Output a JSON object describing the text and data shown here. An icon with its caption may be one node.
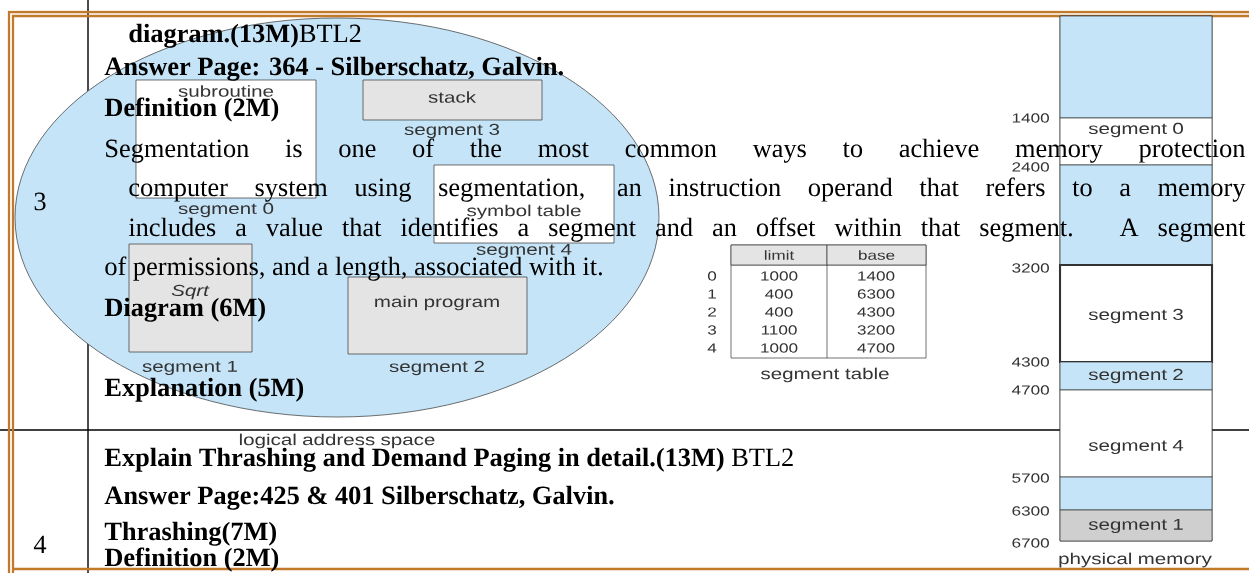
{
  "diagram": {
    "nodes": [
      {
        "text": [
          "logical address space"
        ]
      },
      {
        "text": [
          "subroutine"
        ],
        "beside": [
          "segment 0"
        ],
        "in": 0
      },
      {
        "text": [
          "stack"
        ],
        "beside": [
          "segment 3"
        ],
        "in": 0
      },
      {
        "text": [
          "symbol table"
        ],
        "beside": [
          "segment 4"
        ],
        "in": 0
      },
      {
        "text": [
          "Sqrt"
        ],
        "beside": [
          "segment 1"
        ],
        "in": 0
      },
      {
        "text": [
          "main program"
        ],
        "beside": [
          "segment 2"
        ],
        "in": 0
      },
      {
        "text": [
          "physical memory"
        ]
      },
      {
        "text": [],
        "shape": "box",
        "in": 6
      },
      {
        "text": [
          "segment 0"
        ],
        "in": 6
      },
      {
        "text": [],
        "shape": "box",
        "in": 6
      },
      {
        "text": [
          "segment 3"
        ],
        "in": 6
      },
      {
        "text": [
          "segment 2"
        ],
        "in": 6
      },
      {
        "text": [
          "segment 4"
        ],
        "in": 6
      },
      {
        "text": [],
        "shape": "box",
        "in": 6
      },
      {
        "text": [
          "segment 1"
        ],
        "in": 6
      }
    ],
    "labels": [
      "**diagram.(13M)**BTL2",
      "Answer Page: 364 - Silberschatz, Galvin.",
      "Definition (2M)",
      "Segmentation is one of the most common ways to achieve memory protection",
      "3",
      "computer system using segmentation, an instruction operand that refers to a memory",
      "includes a value that identifies a segment and an offset within that segment. A segment",
      "of permissions, and a length, associated with it.",
      "Diagram (6M)",
      "Explanation (5M)",
      "**Explain Thrashing and Demand Paging in detail.(13M)** BTL2",
      "Answer Page:425 & 401 Silberschatz, Galvin.",
      "4",
      "Thrashing(7M)",
      "Definition (2M)",
      "limit",
      "base",
      "0",
      "1000",
      "1400",
      "1",
      "400",
      "6300",
      "2",
      "400",
      "4300",
      "3",
      "1100",
      "3200",
      "4",
      "1000",
      "4700",
      "segment table",
      "1400",
      "2400",
      "3200",
      "4300",
      "4700",
      "5700",
      "6300",
      "6700"
    ]
  }
}
